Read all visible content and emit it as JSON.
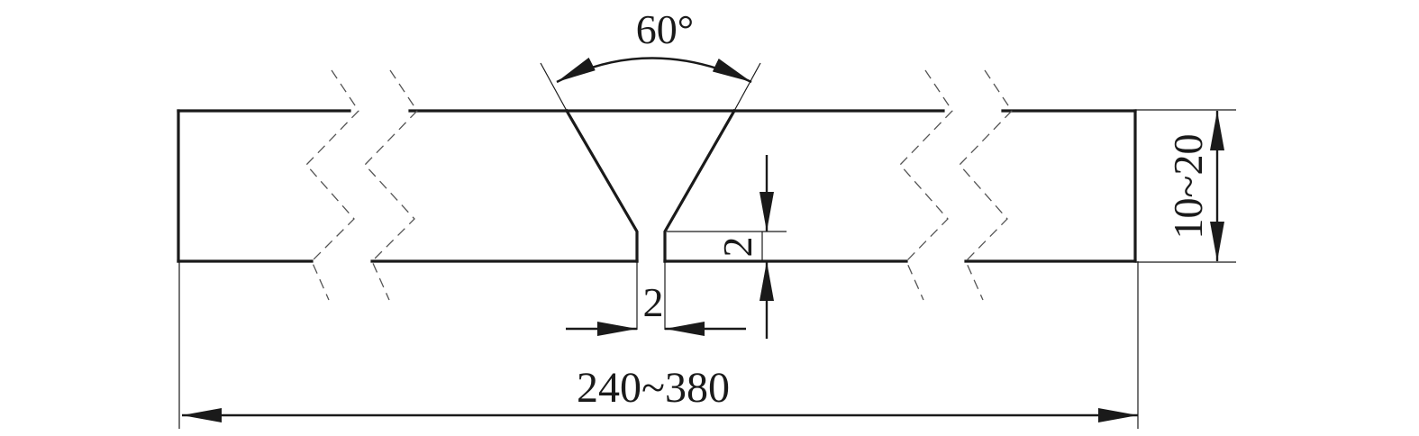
{
  "labels": {
    "groove_angle": "60°",
    "thickness": "10~20",
    "root_face": "2",
    "root_gap": "2",
    "length": "240~380"
  }
}
